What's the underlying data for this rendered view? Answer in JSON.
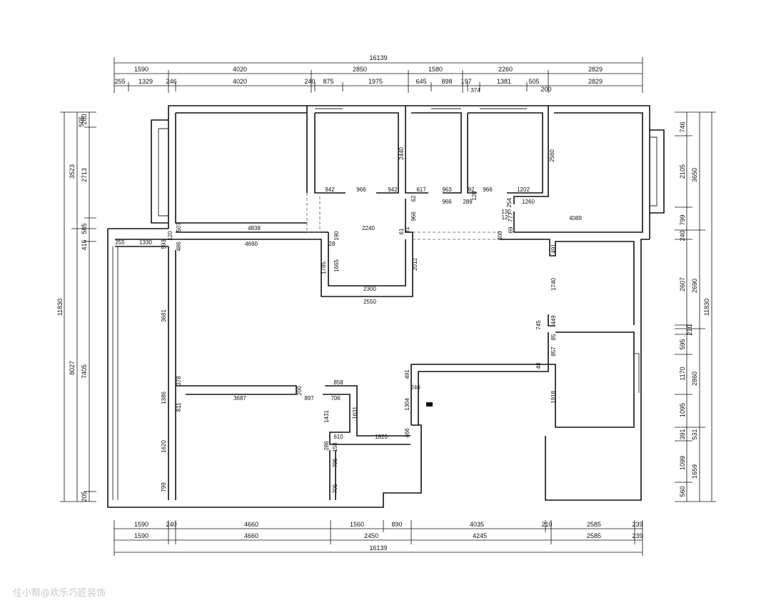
{
  "watermark": "住小帮@欢乐巧匠装饰",
  "top_dims": {
    "total": "16139",
    "row1": [
      "1590",
      "4020",
      "2850",
      "1580",
      "2260",
      "2829"
    ],
    "row2": [
      "255",
      "1329",
      "246",
      "4020",
      "240",
      "875",
      "1975",
      "645",
      "898",
      "197",
      "1381",
      "505",
      "2829"
    ],
    "row2b": [
      "374",
      "200"
    ]
  },
  "bottom_dims": {
    "row1": [
      "1590",
      "240",
      "4660",
      "1560",
      "890",
      "4035",
      "210",
      "2585",
      "239"
    ],
    "row2": [
      "1590",
      "4660",
      "2450",
      "4245",
      "2585",
      "239"
    ],
    "total": "16139"
  },
  "left_dims": {
    "total": "11830",
    "outer": [
      "3523",
      "8027"
    ],
    "inner": [
      "280",
      "505",
      "2713",
      "585",
      "416",
      "7405",
      "205"
    ]
  },
  "right_dims": {
    "total": "11830",
    "outer": [
      "3650",
      "2690",
      "2860",
      "1659"
    ],
    "inner": [
      "746",
      "2105",
      "799",
      "240",
      "2607",
      "210",
      "595",
      "1170",
      "1095",
      "391",
      "531",
      "1099",
      "560"
    ]
  },
  "interior_dims": {
    "a942": "942",
    "a966": "966",
    "b942": "942",
    "c617": "617",
    "c963": "963",
    "c92": "92",
    "c966": "966",
    "c1202": "1202",
    "c966b": "966",
    "c289": "289",
    "c1260": "1260",
    "c254": "254",
    "c130": "130",
    "c12": "12",
    "c777": "777",
    "c69": "69",
    "c4089": "4089",
    "c2440": "2440",
    "c2560": "2560",
    "c120": "120",
    "c62": "62",
    "c966v": "966",
    "c61": "61",
    "c31": "31",
    "l507": "507",
    "l4838": "4838",
    "l120": "120",
    "l255": "255",
    "l1330": "1330",
    "l593": "593",
    "l486": "486",
    "l4690": "4690",
    "l28": "28",
    "l190": "190",
    "l2240": "2240",
    "l300": "300",
    "l1785": "1785",
    "l1665": "1665",
    "l2012": "2012",
    "l2300": "2300",
    "l2550": "2550",
    "r491": "491",
    "r1740": "1740",
    "r745": "745",
    "r449": "449",
    "r85": "85",
    "r857": "857",
    "r48": "48",
    "r1918": "1918",
    "m3681": "3681",
    "m378": "378",
    "m1386": "1386",
    "m811": "811",
    "m3687": "3687",
    "m200": "200",
    "m897": "897",
    "m858": "858",
    "m706": "706",
    "m1431": "1431",
    "m1631": "1631",
    "m610": "610",
    "m1820": "1820",
    "m466": "466",
    "m491": "491",
    "m240": "240",
    "m1304": "1304",
    "m286": "286",
    "m158": "158",
    "m795": "795",
    "m1620": "1620",
    "m799": "799",
    "m705": "705"
  }
}
